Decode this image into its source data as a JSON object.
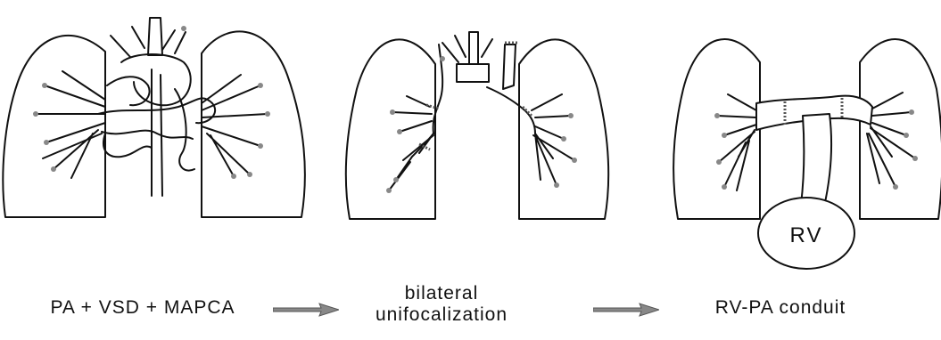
{
  "stages": [
    {
      "label": "PA + VSD + MAPCA"
    },
    {
      "label_line1": "bilateral",
      "label_line2": "unifocalization"
    },
    {
      "label": "RV-PA conduit",
      "ventricle_label": "RV"
    }
  ]
}
